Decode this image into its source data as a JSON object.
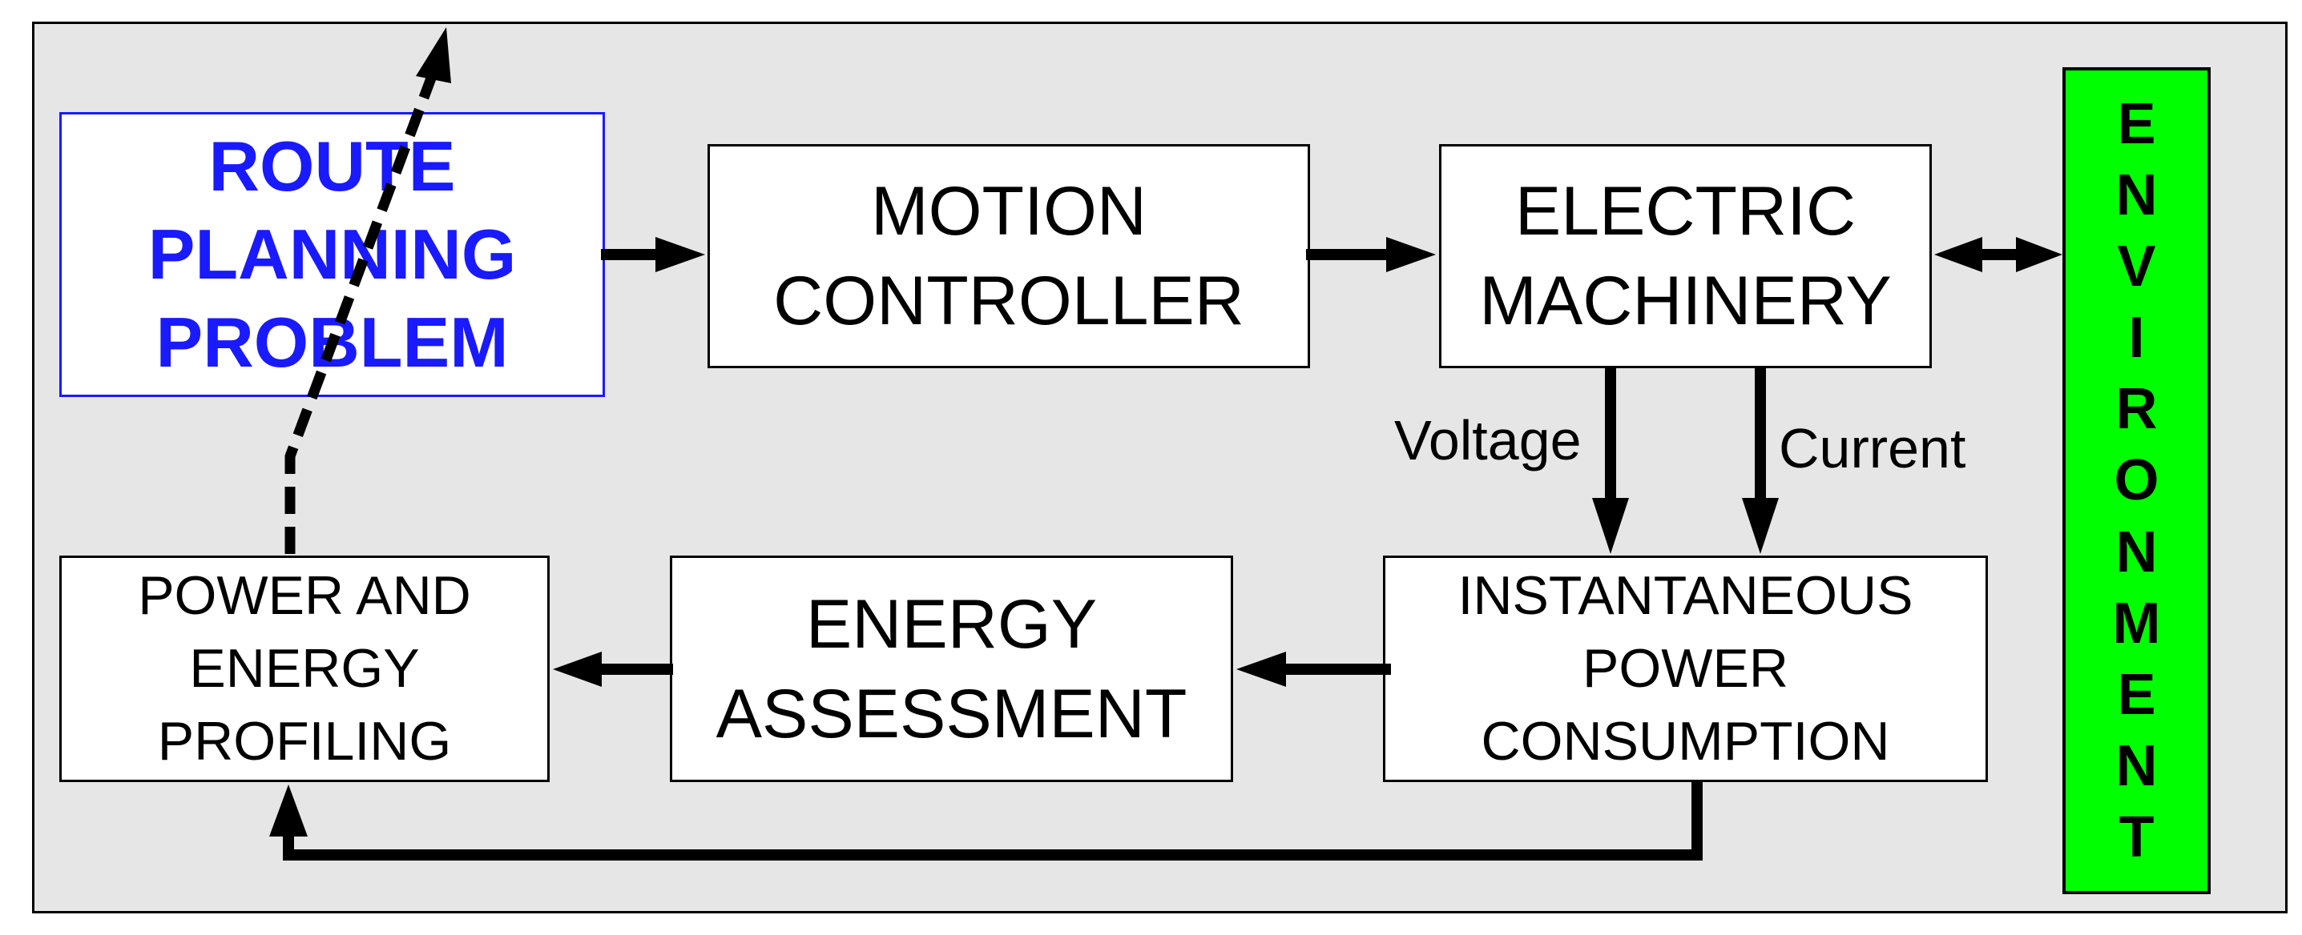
{
  "blocks": {
    "route": [
      "ROUTE",
      "PLANNING",
      "PROBLEM"
    ],
    "motion": [
      "MOTION",
      "CONTROLLER"
    ],
    "electric": [
      "ELECTRIC",
      "MACHINERY"
    ],
    "profiling": [
      "POWER AND",
      "ENERGY",
      "PROFILING"
    ],
    "assessment": [
      "ENERGY",
      "ASSESSMENT"
    ],
    "power": [
      "INSTANTANEOUS",
      "POWER",
      "CONSUMPTION"
    ],
    "environment": [
      "E",
      "N",
      "V",
      "I",
      "R",
      "O",
      "N",
      "M",
      "E",
      "N",
      "T"
    ]
  },
  "labels": {
    "voltage": "Voltage",
    "current": "Current"
  },
  "colors": {
    "background": "#e6e6e6",
    "route": "#1a1aff",
    "environment": "#00ff00"
  }
}
